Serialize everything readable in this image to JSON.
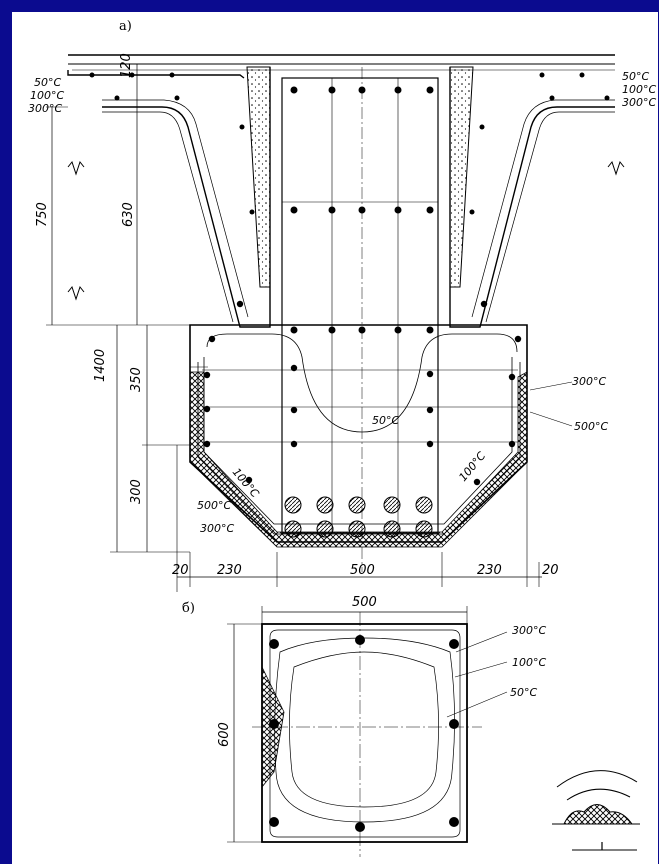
{
  "panel_a": {
    "label": "а)",
    "dims": {
      "d120": "120",
      "d750": "750",
      "d630": "630",
      "d1400": "1400",
      "d350": "350",
      "d300": "300",
      "d20_left": "20",
      "d230_left": "230",
      "d500": "500",
      "d230_right": "230",
      "d20_right": "20"
    },
    "temps": {
      "left_50": "50°C",
      "left_100": "100°C",
      "left_300": "300°C",
      "right_50": "50°C",
      "right_100": "100°C",
      "right_300": "300°C",
      "mid_50": "50°C",
      "mid_100_left": "100°C",
      "mid_100_right": "100°C",
      "bottom_500": "500°C",
      "bottom_300": "300°C",
      "side_300": "300°C",
      "side_500": "500°C"
    }
  },
  "panel_b": {
    "label": "б)",
    "dims": {
      "width": "500",
      "height": "600"
    },
    "temps": {
      "t300": "300°C",
      "t100": "100°C",
      "t50": "50°C"
    }
  },
  "colors": {
    "background": "#0b0b8f",
    "paper": "#ffffff",
    "ink": "#000000"
  }
}
